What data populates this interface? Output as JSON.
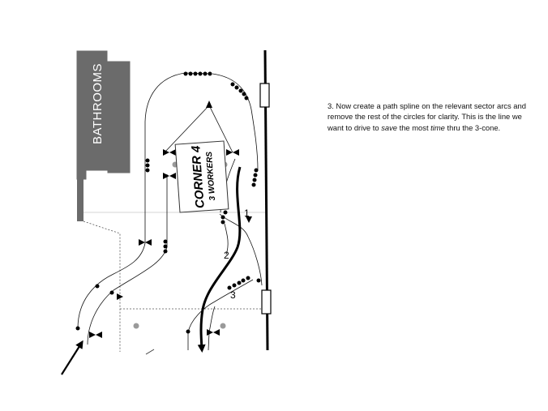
{
  "labels": {
    "bathrooms": "BATHROOMS",
    "corner_title": "CORNER 4",
    "corner_sub": "3 WORKERS",
    "num_1": "1",
    "num_2": "2",
    "num_3": "3"
  },
  "note": {
    "part1": "3. Now create a path spline on the relevant sector arcs and remove the rest of the circles for clarity. This is the line we want to drive to ",
    "em1": "save",
    "part2": " the most ",
    "em2": "time",
    "part3": " thru the 3-cone."
  }
}
